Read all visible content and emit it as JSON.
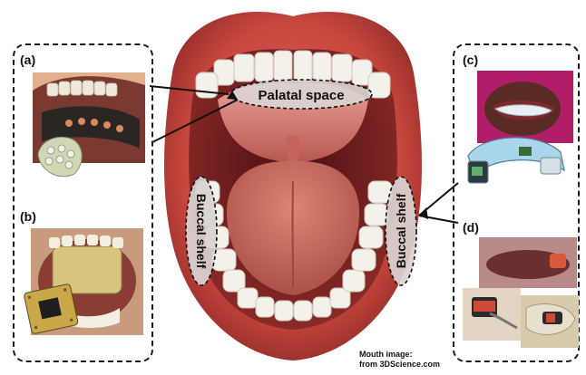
{
  "labels": {
    "palatal_space": "Palatal space",
    "buccal_shelf_left": "Buccal shelf",
    "buccal_shelf_right": "Buccal shelf"
  },
  "panels": [
    {
      "id": "a",
      "letter": "(a)"
    },
    {
      "id": "b",
      "letter": "(b)"
    },
    {
      "id": "c",
      "letter": "(c)"
    },
    {
      "id": "d",
      "letter": "(d)"
    }
  ],
  "credit": {
    "line1": "Mouth image:",
    "line2": "from 3DScience.com"
  },
  "colors": {
    "lip": "#c8473f",
    "lip_dark": "#9b2d2a",
    "throat": "#6e1a1c",
    "palate": "#d98a80",
    "tongue": "#c96a5d",
    "teeth": "#f4f1ea",
    "region_fill": "#d9d4d0",
    "dashed_border": "#1a1a1a"
  }
}
